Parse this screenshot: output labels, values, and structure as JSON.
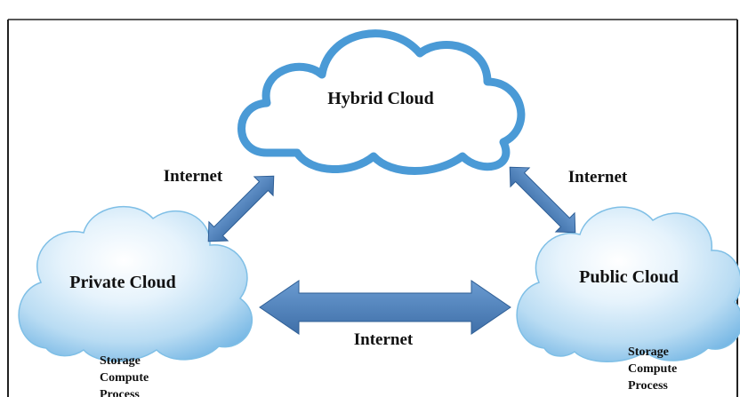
{
  "diagram": {
    "hybrid_cloud": {
      "label": "Hybrid Cloud"
    },
    "private_cloud": {
      "label": "Private Cloud",
      "services": [
        "Storage",
        "Compute",
        "Process"
      ]
    },
    "public_cloud": {
      "label": "Public Cloud",
      "services": [
        "Storage",
        "Compute",
        "Process"
      ]
    },
    "connections": {
      "hybrid_private": "Internet",
      "hybrid_public": "Internet",
      "private_public": "Internet"
    }
  },
  "colors": {
    "hybrid_outline": "#4a9ad6",
    "cloud_fill_light": "#e6f3fc",
    "cloud_fill_mid": "#b9dcf3",
    "cloud_fill_dark": "#6fb3e3",
    "arrow_fill": "#4f81bd",
    "arrow_stroke": "#2f5f96",
    "border": "#222222"
  }
}
